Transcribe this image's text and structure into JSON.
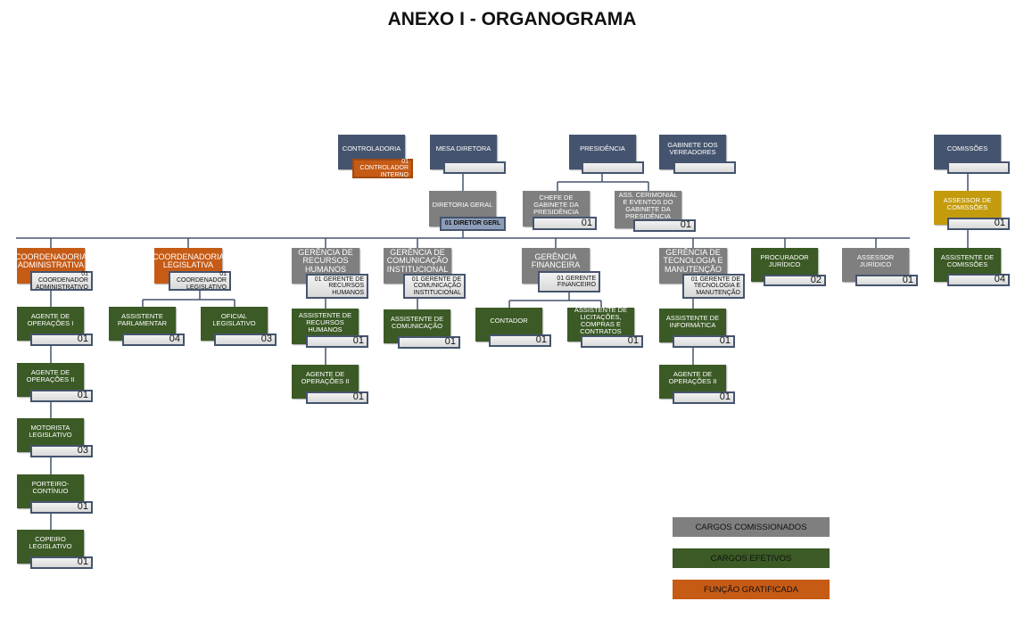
{
  "title": "ANEXO I - ORGANOGRAMA",
  "nodes": [
    {
      "id": "controladoria",
      "title": "CONTROLADORIA",
      "sub": "01 CONTROLADOR INTERNO",
      "color": "navy"
    },
    {
      "id": "mesa",
      "title": "MESA DIRETORA",
      "sub": "",
      "color": "navy"
    },
    {
      "id": "presidencia",
      "title": "PRESIDÊNCIA",
      "sub": "",
      "color": "navy"
    },
    {
      "id": "gabinete",
      "title": "GABINETE DOS VEREADORES",
      "sub": "",
      "color": "navy"
    },
    {
      "id": "comissoes",
      "title": "COMISSÕES",
      "sub": "",
      "color": "navy"
    },
    {
      "id": "diretoria",
      "title": "DIRETORIA GERAL",
      "sub": "01 DIRETOR GERL",
      "color": "gray"
    },
    {
      "id": "chefe",
      "title": "CHEFE DE GABINETE DA PRESIDÊNCIA",
      "sub": "01",
      "color": "gray"
    },
    {
      "id": "cerimonial",
      "title": "ASS. CERIMONIAL E EVENTOS DO GABINETE DA PRESIDÊNCIA",
      "sub": "01",
      "color": "gray"
    },
    {
      "id": "assessor_comissoes",
      "title": "ASSESSOR DE COMISSÕES",
      "sub": "01",
      "color": "gold"
    },
    {
      "id": "assistente_comissoes",
      "title": "ASSISTENTE DE COMISSÕES",
      "sub": "04",
      "color": "green"
    },
    {
      "id": "coord_adm",
      "title": "COORDENADORIA ADMINISTRATIVA",
      "sub": "01 COORDENADOR ADMINISTRATIVO",
      "color": "orange"
    },
    {
      "id": "coord_leg",
      "title": "COORDENADORIA LEGISLATIVA",
      "sub": "01 COORDENADOR LEGISLATIVO",
      "color": "orange"
    },
    {
      "id": "ger_rh",
      "title": "GERÊNCIA DE RECURSOS HUMANOS",
      "sub": "01 GERENTE DE RECURSOS HUMANOS",
      "color": "gray"
    },
    {
      "id": "ger_com",
      "title": "GERÊNCIA DE COMUNICAÇÃO INSTITUCIONAL",
      "sub": "01 GERENTE DE COMUNICAÇÃO INSTITUCIONAL",
      "color": "gray"
    },
    {
      "id": "ger_fin",
      "title": "GERÊNCIA FINANCEIRA",
      "sub": "01 GERENTE FINANCEIRO",
      "color": "gray"
    },
    {
      "id": "ger_tec",
      "title": "GERÊNCIA DE TECNOLOGIA E MANUTENÇÃO",
      "sub": "01 GERENTE DE TECNOLOGIA E MANUTENÇÃO",
      "color": "gray"
    },
    {
      "id": "procurador",
      "title": "PROCURADOR JURÍDICO",
      "sub": "02",
      "color": "green"
    },
    {
      "id": "assessor_jur",
      "title": "ASSESSOR JURÍDICO",
      "sub": "01",
      "color": "gray"
    },
    {
      "id": "agente_op1",
      "title": "AGENTE DE OPERAÇÕES I",
      "sub": "01",
      "color": "green"
    },
    {
      "id": "agente_op2",
      "title": "AGENTE DE OPERAÇÕES II",
      "sub": "01",
      "color": "green"
    },
    {
      "id": "motorista",
      "title": "MOTORISTA LEGISLATIVO",
      "sub": "03",
      "color": "green"
    },
    {
      "id": "porteiro",
      "title": "PORTEIRO-CONTÍNUO",
      "sub": "01",
      "color": "green"
    },
    {
      "id": "copeiro",
      "title": "COPEIRO LEGISLATIVO",
      "sub": "01",
      "color": "green"
    },
    {
      "id": "ass_parl",
      "title": "ASSISTENTE PARLAMENTAR",
      "sub": "04",
      "color": "green"
    },
    {
      "id": "oficial_leg",
      "title": "OFICIAL LEGISLATIVO",
      "sub": "03",
      "color": "green"
    },
    {
      "id": "ass_rh",
      "title": "ASSISTENTE DE RECURSOS HUMANOS",
      "sub": "01",
      "color": "green"
    },
    {
      "id": "agente_op2_rh",
      "title": "AGENTE DE OPERAÇÕES II",
      "sub": "01",
      "color": "green"
    },
    {
      "id": "ass_com",
      "title": "ASSISTENTE DE COMUNICAÇÃO",
      "sub": "01",
      "color": "green"
    },
    {
      "id": "contador",
      "title": "CONTADOR",
      "sub": "01",
      "color": "green"
    },
    {
      "id": "ass_lic",
      "title": "ASSISTENTE DE LICITAÇÕES, COMPRAS E CONTRATOS",
      "sub": "01",
      "color": "green"
    },
    {
      "id": "ass_inf",
      "title": "ASSISTENTE DE INFORMÁTICA",
      "sub": "01",
      "color": "green"
    },
    {
      "id": "agente_op2_tec",
      "title": "AGENTE DE OPERAÇÕES II",
      "sub": "01",
      "color": "green"
    }
  ],
  "legend": [
    {
      "label": "CARGOS COMISSIONADOS",
      "color": "#7f7f7f"
    },
    {
      "label": "CARGOS EFETIVOS",
      "color": "#3b5a25"
    },
    {
      "label": "FUNÇÃO GRATIFICADA",
      "color": "#c65b16"
    }
  ]
}
